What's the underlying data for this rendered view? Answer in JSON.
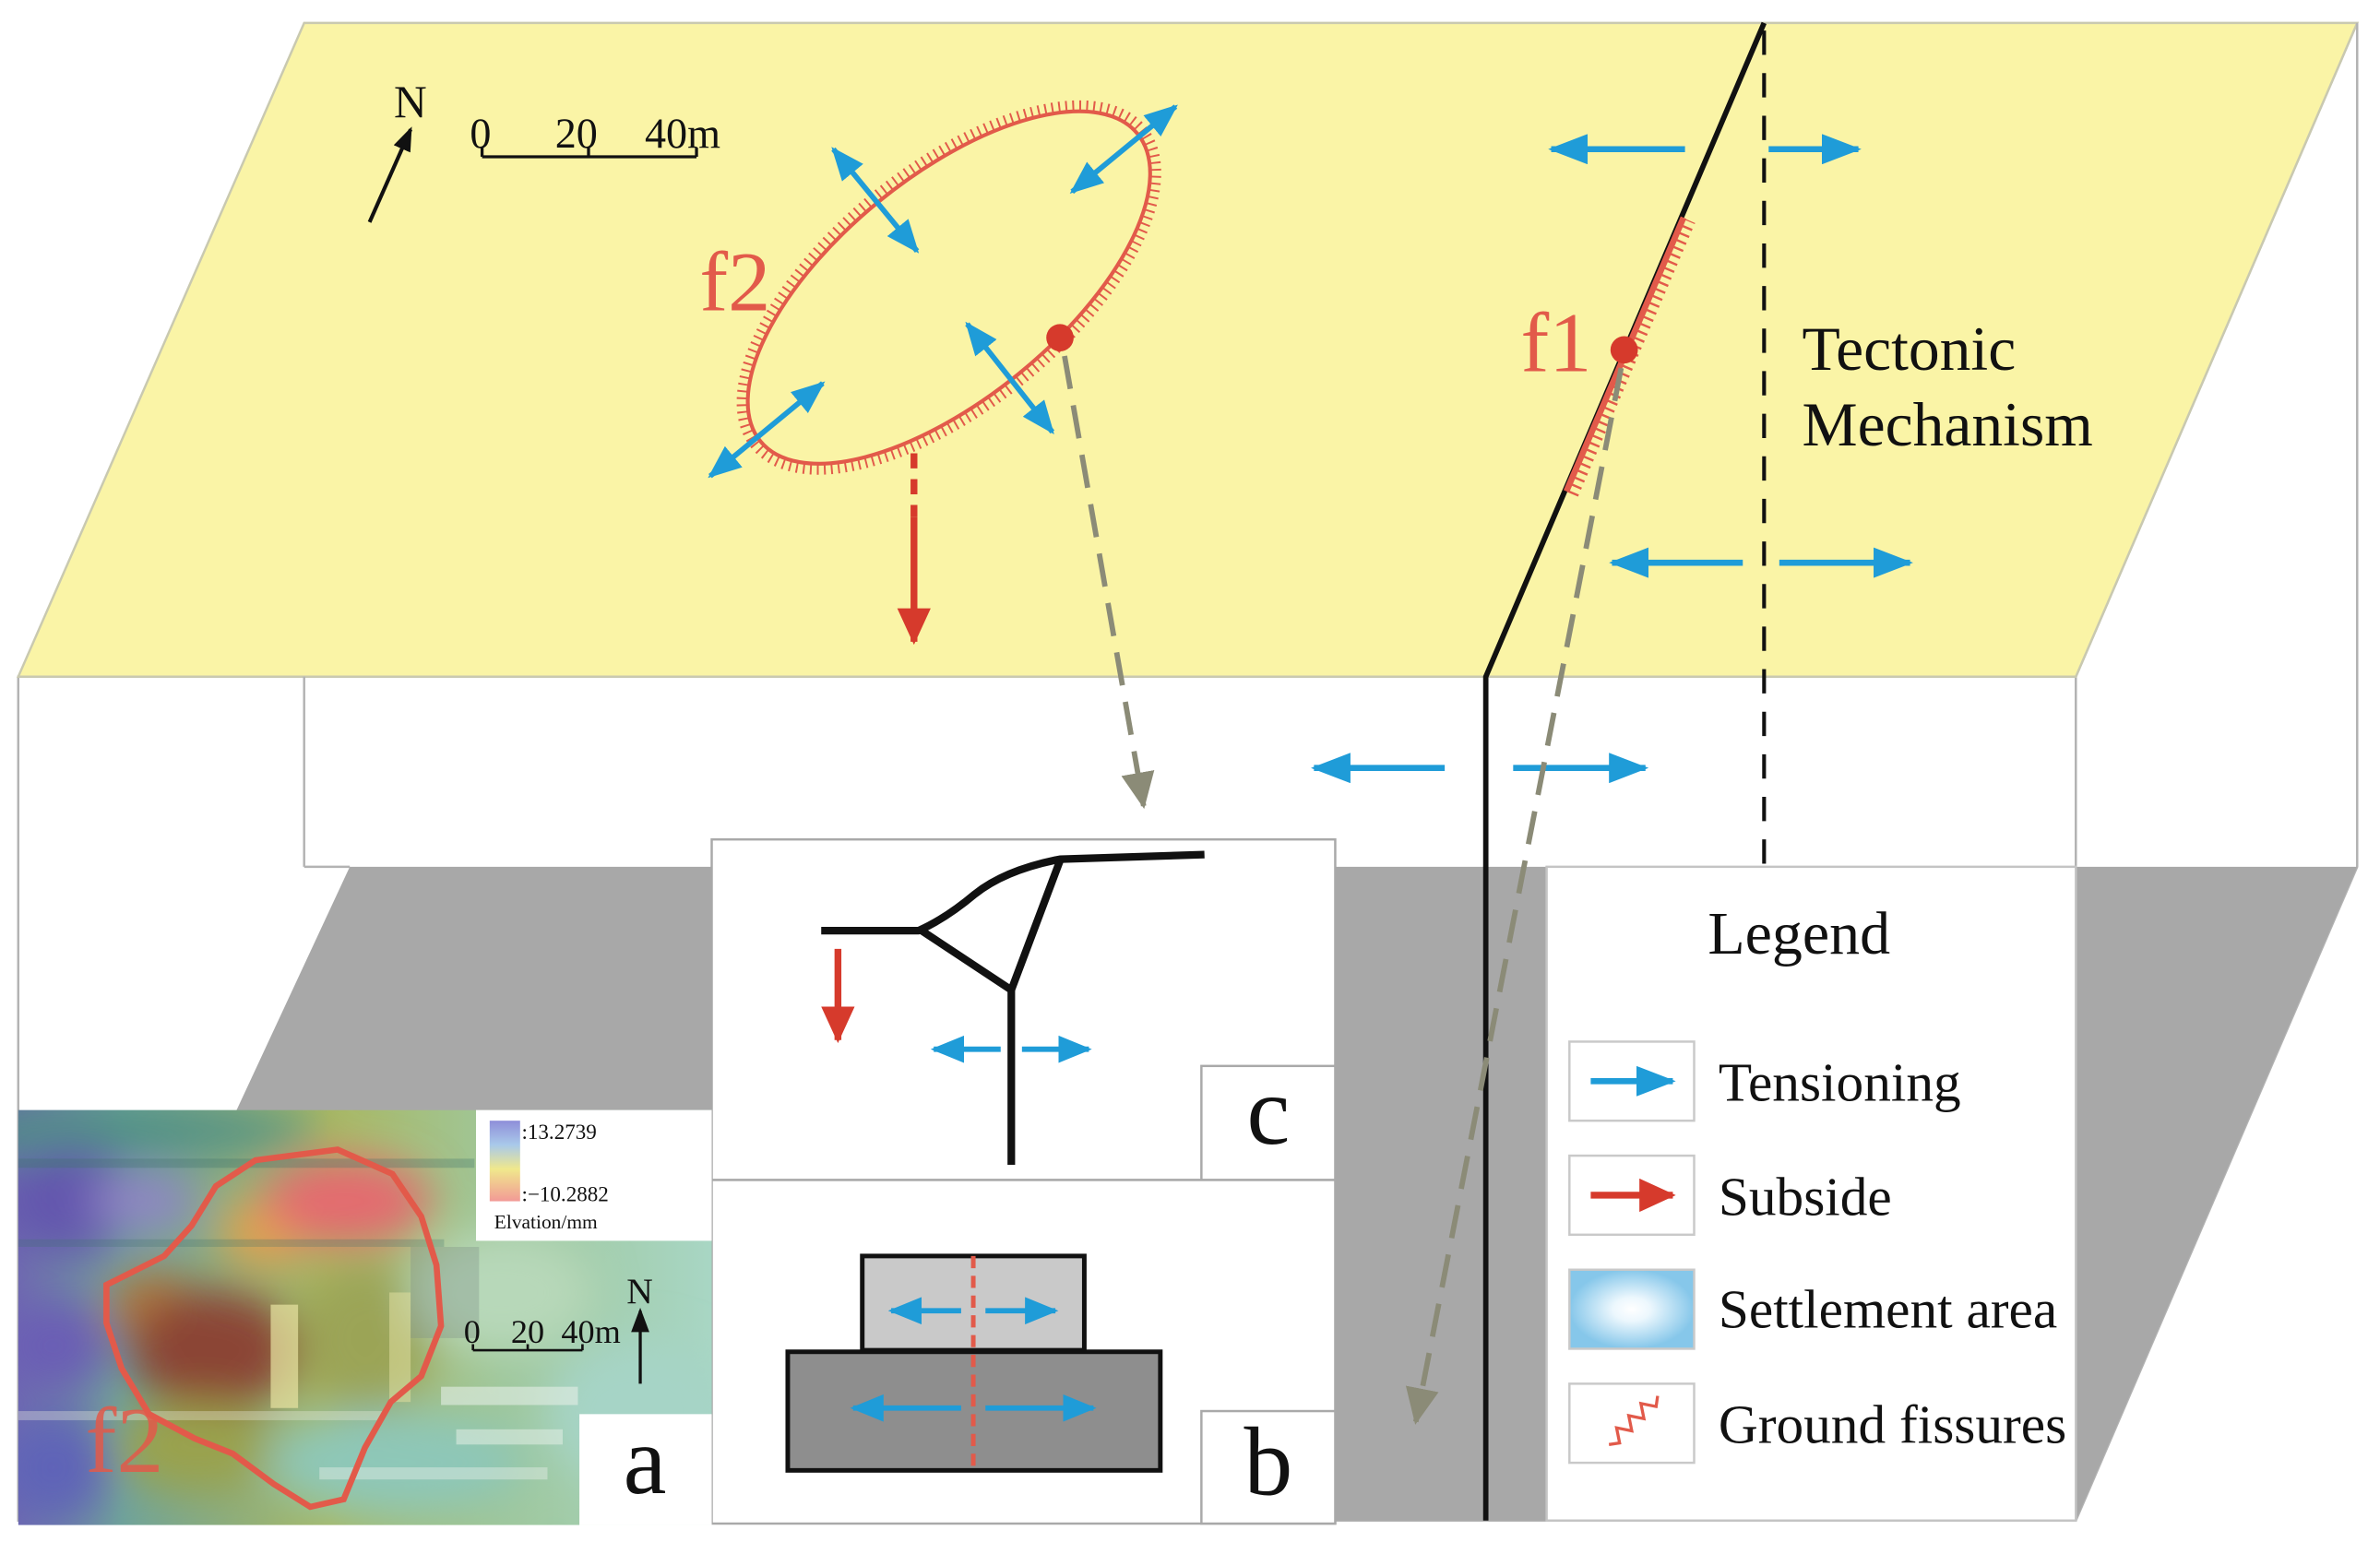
{
  "surface": {
    "north_label": "N",
    "scale_labels": [
      "0",
      "20",
      "40m"
    ],
    "mechanism_title": [
      "Tectonic",
      "Mechanism"
    ]
  },
  "fissures": {
    "f1": {
      "label": "f1"
    },
    "f2": {
      "label": "f2"
    }
  },
  "insets": {
    "a": {
      "panel_label": "a",
      "fissure_label": "f2",
      "colorbar": {
        "max": ":13.2739",
        "min": ":−10.2882",
        "title": "Elvation/mm"
      },
      "north_label": "N",
      "scale_labels": [
        "0",
        "20",
        "40m"
      ]
    },
    "b": {
      "panel_label": "b"
    },
    "c": {
      "panel_label": "c"
    }
  },
  "legend": {
    "title": "Legend",
    "items": [
      {
        "label": "Tensioning",
        "icon": "tensioning-arrow-icon"
      },
      {
        "label": "Subside",
        "icon": "subside-arrow-icon"
      },
      {
        "label": "Settlement area",
        "icon": "settlement-area-swatch-icon"
      },
      {
        "label": "Ground fissures",
        "icon": "ground-fissure-icon"
      }
    ]
  },
  "colors": {
    "surface": "#FAF4A6",
    "lower_layer": "#A8A8A8",
    "tension": "#1F9CD8",
    "subside": "#D63A2C",
    "fissure": "#E25A4A",
    "projection": "#8B8B77",
    "fault": "#111111"
  }
}
